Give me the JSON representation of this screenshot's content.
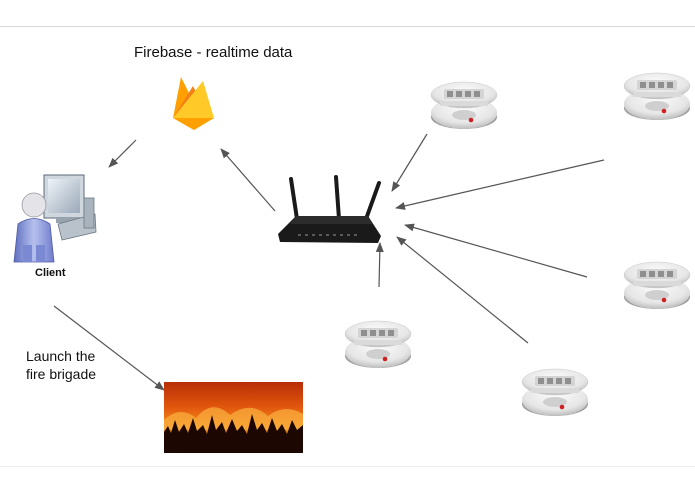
{
  "diagram": {
    "firebase_label": "Firebase - realtime data",
    "client_label": "Client",
    "launch_label_line1": "Launch the",
    "launch_label_line2": "fire brigade"
  },
  "icons": [
    "firebase-icon",
    "client-computer-icon",
    "router-icon",
    "smoke-detector-icon",
    "forest-fire-image"
  ],
  "colors": {
    "arrow": "#555555",
    "firebase_yellow": "#ffca28",
    "firebase_orange": "#ffa000",
    "router_body": "#1a1a1a",
    "detector_body": "#eeeeee",
    "detector_led": "#d02020",
    "fire_orange": "#f07a10"
  }
}
